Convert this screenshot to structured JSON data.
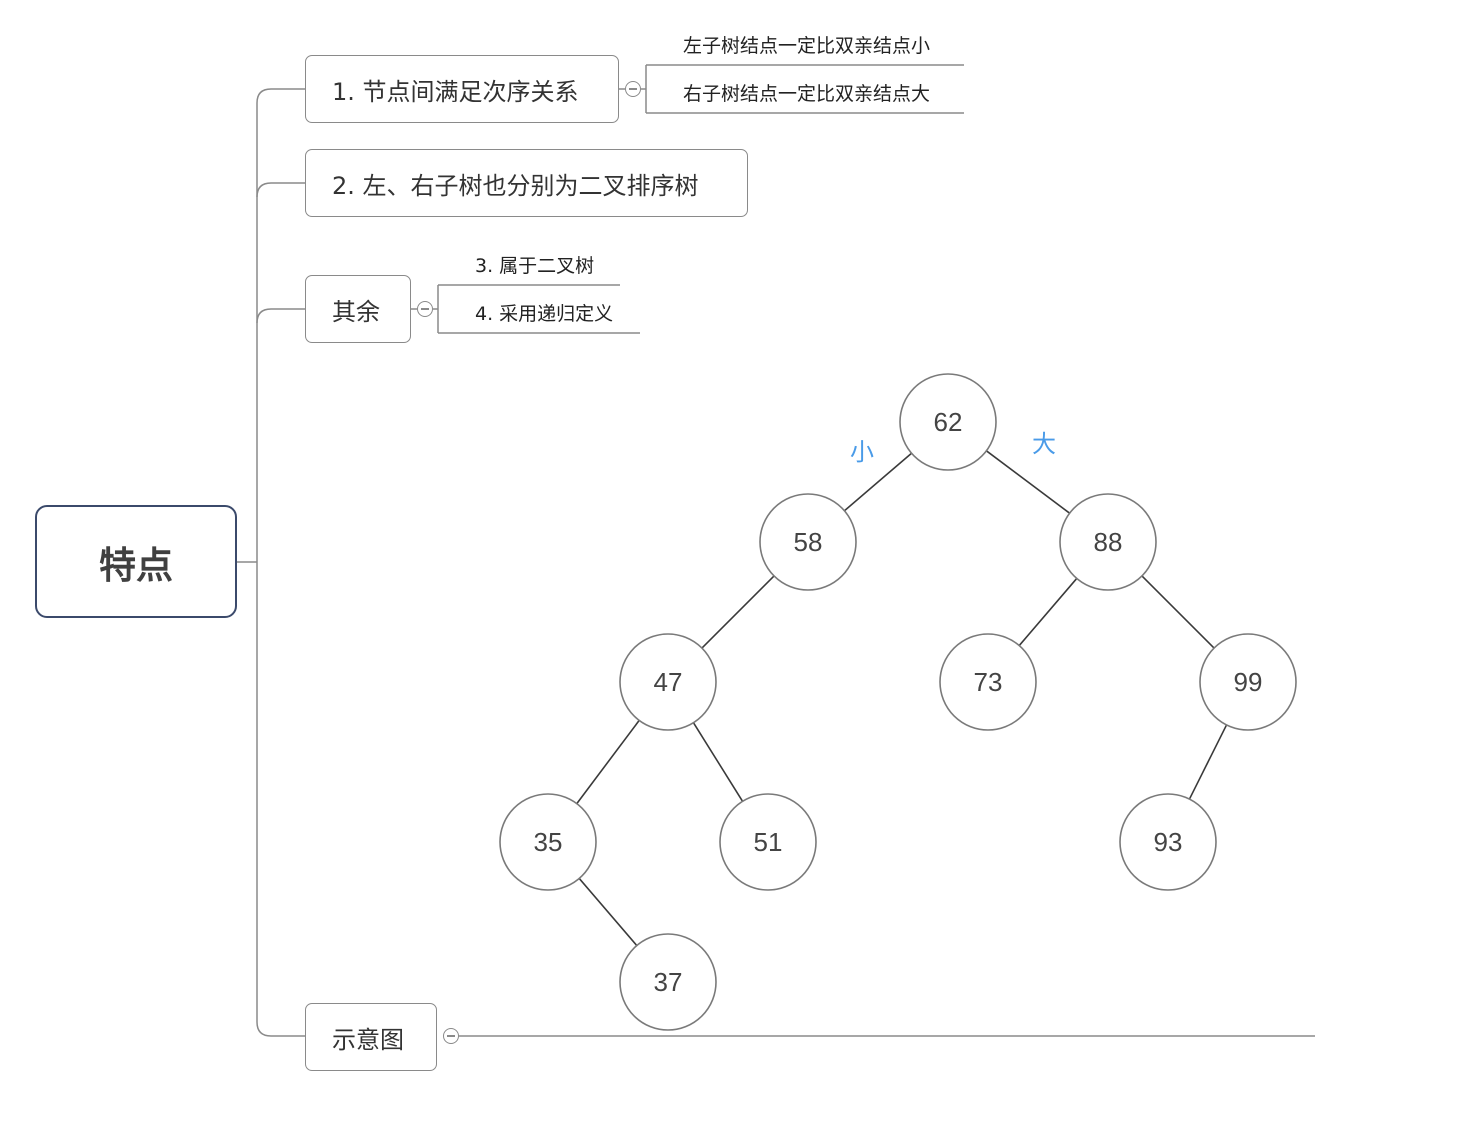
{
  "root": {
    "label": "特点"
  },
  "topics": [
    {
      "label": "1. 节点间满足次序关系",
      "children": [
        "左子树结点一定比双亲结点小",
        "右子树结点一定比双亲结点大"
      ]
    },
    {
      "label": "2. 左、右子树也分别为二叉排序树",
      "children": []
    },
    {
      "label": "其余",
      "children": [
        "3. 属于二叉树",
        "4. 采用递归定义"
      ]
    },
    {
      "label": "示意图",
      "children": []
    }
  ],
  "diagram": {
    "edge_labels": {
      "left": "小",
      "right": "大"
    },
    "label_color": "#4a9be8",
    "nodes": [
      "62",
      "58",
      "88",
      "47",
      "73",
      "99",
      "35",
      "51",
      "93",
      "37"
    ],
    "edges": [
      [
        "62",
        "58"
      ],
      [
        "62",
        "88"
      ],
      [
        "58",
        "47"
      ],
      [
        "88",
        "73"
      ],
      [
        "88",
        "99"
      ],
      [
        "47",
        "35"
      ],
      [
        "47",
        "51"
      ],
      [
        "35",
        "37"
      ],
      [
        "99",
        "93"
      ]
    ]
  }
}
